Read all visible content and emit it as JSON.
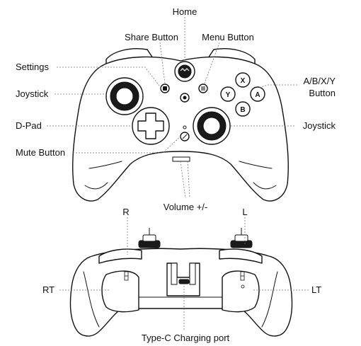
{
  "labels": {
    "home": "Home",
    "share_button": "Share Button",
    "menu_button": "Menu Button",
    "settings": "Settings",
    "abxy_line1": "A/B/X/Y",
    "abxy_line2": "Button",
    "joystick_left": "Joystick",
    "joystick_right": "Joystick",
    "dpad": "D-Pad",
    "mute_button": "Mute Button",
    "volume": "Volume +/-",
    "r": "R",
    "l": "L",
    "rt": "RT",
    "lt": "LT",
    "type_c": "Type-C Charging port"
  },
  "face_buttons": {
    "x": "X",
    "y": "Y",
    "a": "A",
    "b": "B"
  }
}
